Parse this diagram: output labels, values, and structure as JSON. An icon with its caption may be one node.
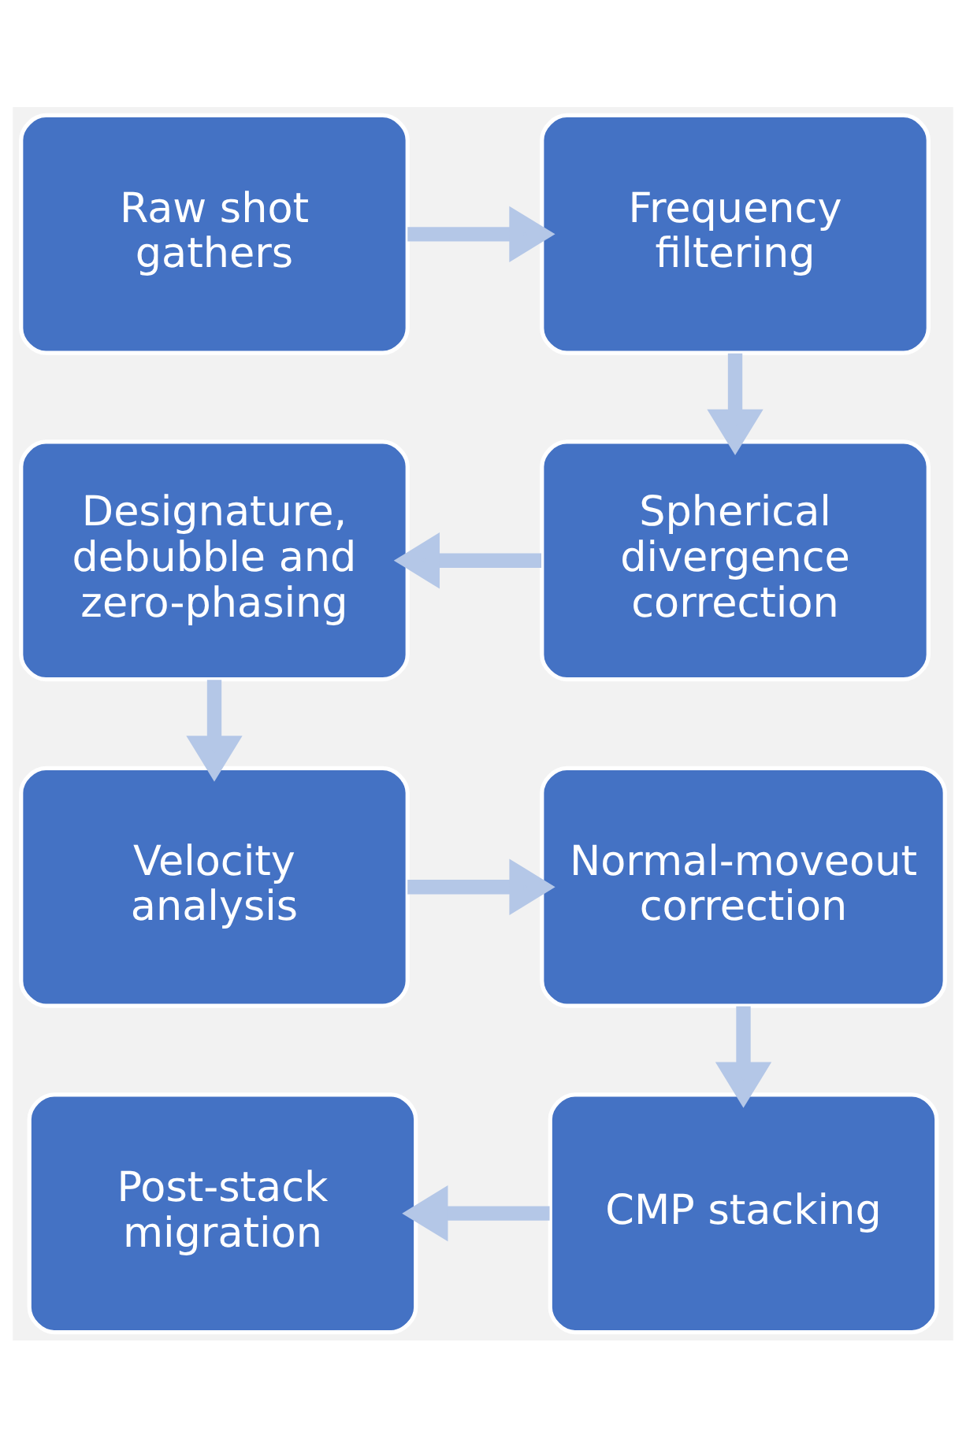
{
  "diagram": {
    "nodes": [
      {
        "text": [
          "Raw shot gathers"
        ]
      },
      {
        "text": [
          "Frequency filtering"
        ]
      },
      {
        "text": [
          "Spherical divergence correction"
        ]
      },
      {
        "text": [
          "Designature, debubble and zero-phasing"
        ]
      },
      {
        "text": [
          "Velocity analysis"
        ]
      },
      {
        "text": [
          "Normal-moveout correction"
        ]
      },
      {
        "text": [
          "CMP stacking"
        ]
      },
      {
        "text": [
          "Post-stack migration"
        ]
      }
    ],
    "edges": [
      {
        "from": 0,
        "to": 1,
        "arrow": "to"
      },
      {
        "from": 1,
        "to": 2,
        "arrow": "to"
      },
      {
        "from": 2,
        "to": 3,
        "arrow": "to"
      },
      {
        "from": 3,
        "to": 4,
        "arrow": "to"
      },
      {
        "from": 4,
        "to": 5,
        "arrow": "to"
      },
      {
        "from": 5,
        "to": 6,
        "arrow": "to"
      },
      {
        "from": 6,
        "to": 7,
        "arrow": "to"
      }
    ]
  }
}
